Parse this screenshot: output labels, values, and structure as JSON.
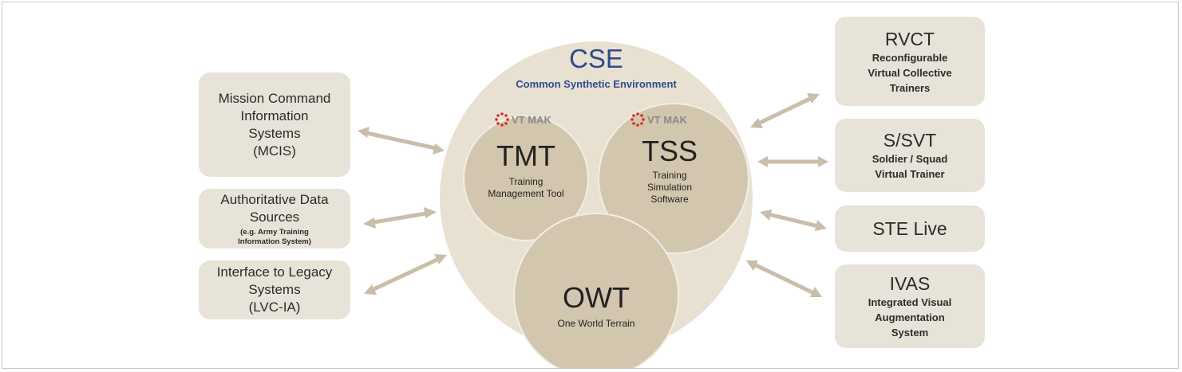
{
  "center": {
    "cse": {
      "title": "CSE",
      "subtitle": "Common Synthetic Environment"
    },
    "tmt": {
      "title": "TMT",
      "subtitle": [
        "Training",
        "Management Tool"
      ],
      "logo_text": "VT MAK"
    },
    "tss": {
      "title": "TSS",
      "subtitle": [
        "Training",
        "Simulation",
        "Software"
      ],
      "logo_text": "VT MAK"
    },
    "owt": {
      "title": "OWT",
      "subtitle": "One World Terrain"
    }
  },
  "left_boxes": {
    "mcis": {
      "lines": [
        "Mission Command",
        "Information",
        "Systems",
        "(MCIS)"
      ]
    },
    "ads": {
      "lines": [
        "Authoritative Data",
        "Sources"
      ],
      "note": [
        "(e.g. Army Training",
        "Information System)"
      ]
    },
    "legacy": {
      "lines": [
        "Interface to Legacy",
        "Systems",
        "(LVC-IA)"
      ]
    }
  },
  "right_boxes": {
    "rvct": {
      "title": "RVCT",
      "lines": [
        "Reconfigurable",
        "Virtual Collective",
        "Trainers"
      ]
    },
    "ssvt": {
      "title": "S/SVT",
      "lines": [
        "Soldier / Squad",
        "Virtual Trainer"
      ]
    },
    "ste": {
      "title": "STE Live"
    },
    "ivas": {
      "title": "IVAS",
      "lines": [
        "Integrated Visual",
        "Augmentation",
        "System"
      ]
    }
  },
  "colors": {
    "box_fill": "#e8e3d8",
    "big_circle": "#e8e1d2",
    "inner_circle": "#d3c6ae",
    "overlap": "#c2b396",
    "cse_blue": "#2e4a8c",
    "logo_red": "#d0312d"
  }
}
